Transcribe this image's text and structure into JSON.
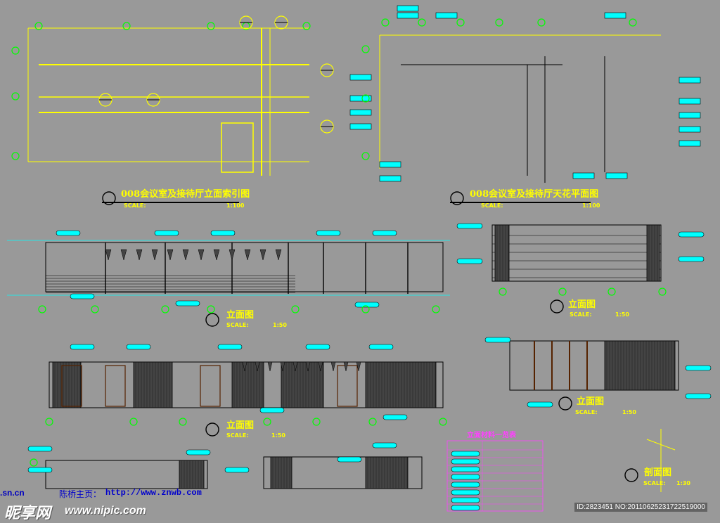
{
  "drawing": {
    "title_index": "008会议室及接待厅立面索引图",
    "title_ceiling": "008会议室及接待厅天花平面图",
    "scale_label": "SCALE:",
    "scale_100": "1:100",
    "scale_50": "1:50",
    "scale_30": "1:30",
    "elevation": "立面图",
    "section": "剖面图",
    "legend_title": "立面材料一览表"
  },
  "watermark": {
    "left_text": ".sn.cn",
    "home_label": "陈桥主页：",
    "url": "http://www.znwb.com",
    "logo": "昵享网",
    "site": "www.nipic.com",
    "id_text": "ID:2823451 NO:20110625231722519000"
  },
  "colors": {
    "background": "#999999",
    "line": "#ffff00",
    "tag": "#00ffff",
    "dark": "#000000",
    "green": "#00ff00",
    "red": "#ff0000"
  }
}
